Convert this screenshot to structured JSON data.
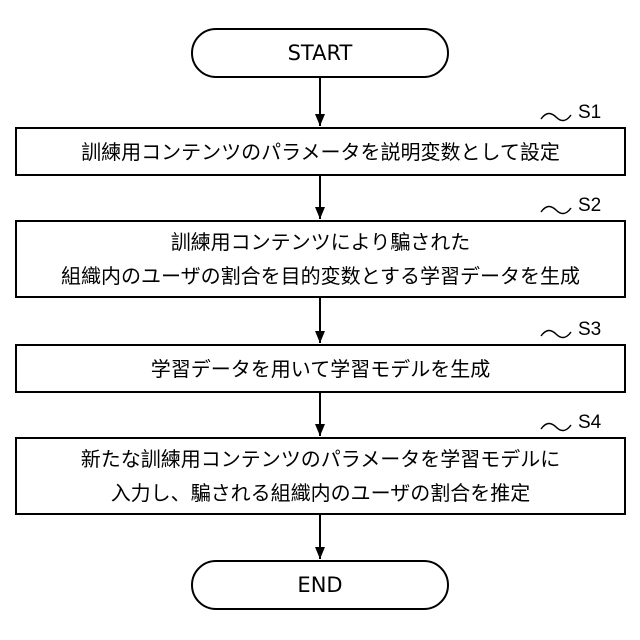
{
  "flowchart": {
    "start_label": "START",
    "end_label": "END",
    "steps": [
      {
        "id": "S1",
        "lines": [
          "訓練用コンテンツのパラメータを説明変数として設定"
        ]
      },
      {
        "id": "S2",
        "lines": [
          "訓練用コンテンツにより騙された",
          "組織内のユーザの割合を目的変数とする学習データを生成"
        ]
      },
      {
        "id": "S3",
        "lines": [
          "学習データを用いて学習モデルを生成"
        ]
      },
      {
        "id": "S4",
        "lines": [
          "新たな訓練用コンテンツのパラメータを学習モデルに",
          "入力し、騙される組織内のユーザの割合を推定"
        ]
      }
    ]
  }
}
